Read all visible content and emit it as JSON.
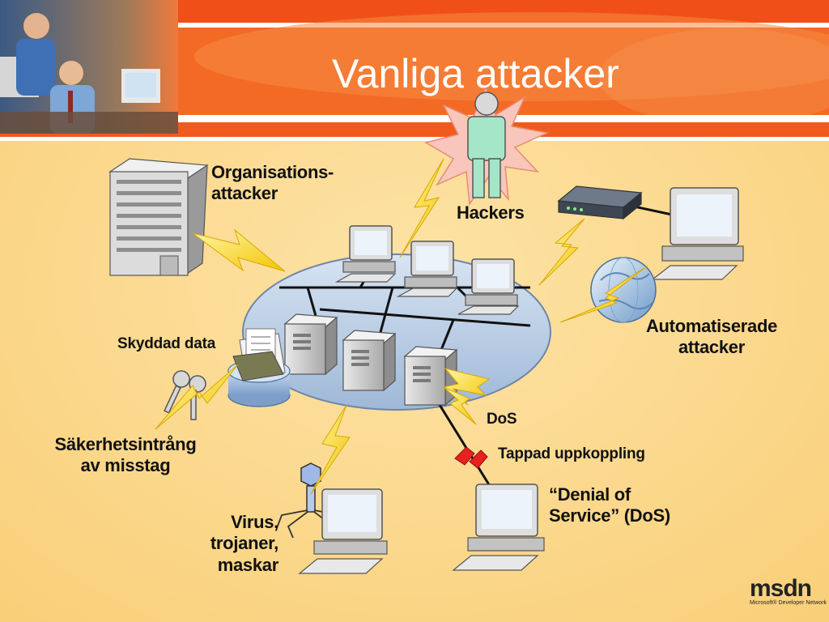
{
  "slide": {
    "title": "Vanliga attacker",
    "colors": {
      "header_orange": "#f04a16",
      "background": "#fbd98c",
      "ring_blue": "#b7cce6",
      "lightning": "#f6d21a",
      "break_red": "#e8201e"
    }
  },
  "diagram": {
    "nodes": {
      "organisation": {
        "label_lines": [
          "Organisations-",
          "attacker"
        ],
        "icon": "office-building-icon"
      },
      "hackers": {
        "label": "Hackers",
        "icon": "hacker-person-icon"
      },
      "protected_data": {
        "label": "Skyddad data",
        "icon": "database-folder-icon"
      },
      "accidental_breach": {
        "label_lines": [
          "Säkerhetsintrång",
          "av misstag"
        ],
        "icon": "keys-icon"
      },
      "automated": {
        "label_lines": [
          "Automatiserade",
          "attacker"
        ],
        "icon": "globe-icon"
      },
      "dos": {
        "label": "DoS",
        "icon": "lightning-icon"
      },
      "lost_connection": {
        "label": "Tappad uppkoppling",
        "icon": "broken-link-icon"
      },
      "denial_of_service": {
        "label_lines": [
          "“Denial of",
          "Service” (DoS)"
        ],
        "icon": "computer-icon"
      },
      "malware": {
        "label_lines": [
          "Virus,",
          "trojaner,",
          "maskar"
        ],
        "icon": "virus-icon"
      }
    }
  },
  "branding": {
    "logo_word": "msdn",
    "logo_subtitle": "Microsoft® Developer Network"
  }
}
